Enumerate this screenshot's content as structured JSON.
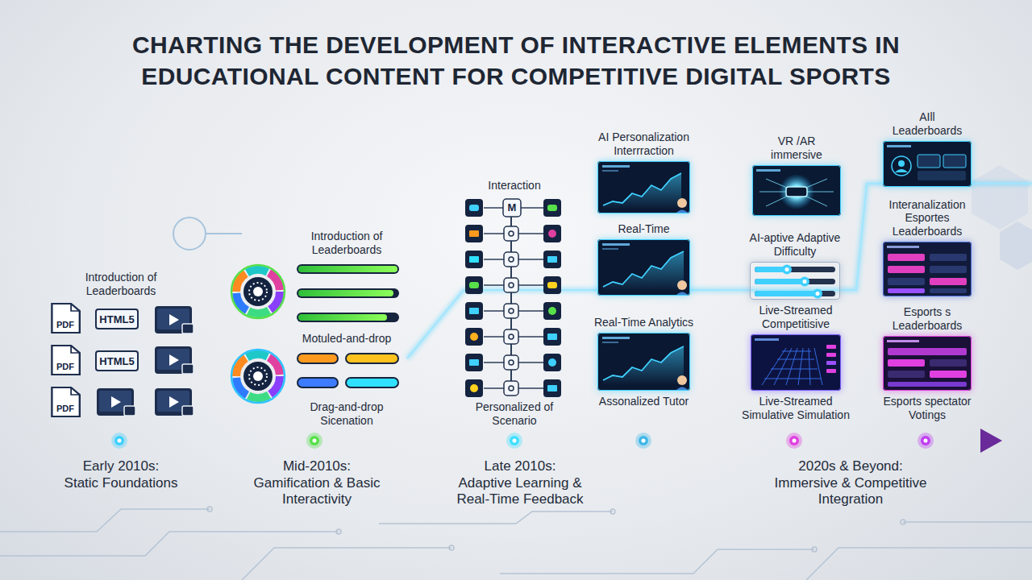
{
  "diagram": {
    "title": "CHARTING THE DEVELOPMENT OF INTERACTIVE ELEMENTS IN EDUCATIONAL CONTENT FOR COMPETITIVE DIGITAL SPORTS",
    "nodes": [
      {
        "text": [
          "PDF"
        ]
      },
      {
        "text": [
          "HTML5"
        ]
      },
      {
        "text": [
          "PDF"
        ]
      },
      {
        "text": [
          "HTML5"
        ]
      },
      {
        "text": [
          "PDF"
        ]
      },
      {
        "text": [
          "AI Personalization Interrraction"
        ]
      },
      {
        "text": [
          "Real-Time"
        ]
      },
      {
        "text": [
          "Real-Time Analytics",
          "Assonalized Tutor"
        ]
      },
      {
        "text": [
          "VR /AR immersive"
        ]
      },
      {
        "text": [
          "AI-aptive Adaptive Difficulty"
        ]
      },
      {
        "text": [
          "Live-Streamed Competitisive",
          "Live-Streamed Simulative Simulation"
        ]
      },
      {
        "text": [
          "AIll Leaderboards"
        ]
      },
      {
        "text": [
          "Interanalization Esportes Leaderboards"
        ]
      },
      {
        "text": [
          "Esports s Leaderboards",
          "Esports spectator Votings"
        ]
      }
    ],
    "labels": [
      "Introduction of Leaderboards",
      "Introduction of Leaderboards",
      "Motuled-and-drop",
      "Drag-and-drop Sicenation",
      "Interaction",
      "M",
      "Personalized of Scenario",
      "Early 2010s:",
      "Static Foundations",
      "Mid-2010s:",
      "Gamification & Basic Interactivity",
      "Late 2010s:",
      "Adaptive Learning & Real-Time Feedback",
      "2020s & Beyond:",
      "Immersive & Competitive Integration"
    ]
  }
}
